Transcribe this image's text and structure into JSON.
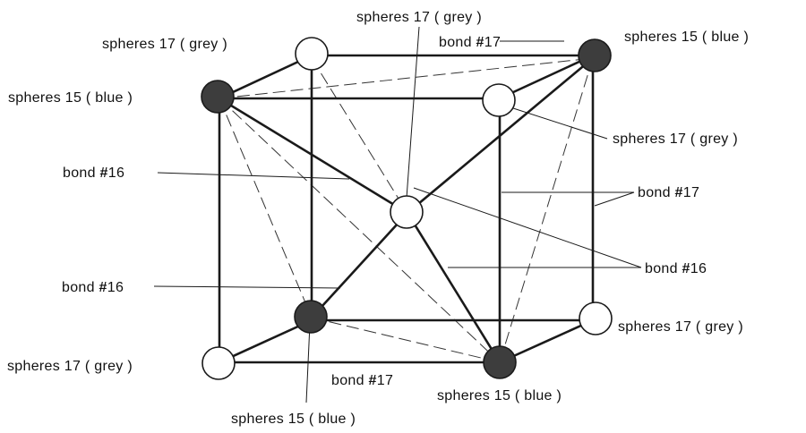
{
  "labels": {
    "top_left_sphere": "spheres 17  ( grey )",
    "top_center_sphere": "spheres 17 ( grey )",
    "top_right_sphere": "spheres 15  ( blue )",
    "left_sphere": "spheres 15  ( blue )",
    "right_upper_sphere": "spheres 17 ( grey )",
    "right_lower_sphere": "spheres 17 ( grey )",
    "bottom_left_sphere": "spheres 17 ( grey )",
    "bottom_right_sphere": "spheres 15  ( blue )",
    "bottom_center_sphere": "spheres 15  ( blue )",
    "bond_top": {
      "prefix": "bond ",
      "hash": "#",
      "num": "17"
    },
    "bond_left_upper": {
      "prefix": "bond ",
      "hash": "#",
      "num": "16"
    },
    "bond_left_lower": {
      "prefix": "bond ",
      "hash": "#",
      "num": "16"
    },
    "bond_right_upper": {
      "prefix": "bond ",
      "hash": "#",
      "num": "17"
    },
    "bond_right_lower": {
      "prefix": "bond ",
      "hash": "#",
      "num": "16"
    },
    "bond_bottom": {
      "prefix": "bond ",
      "hash": "#",
      "num": "17"
    }
  },
  "colors": {
    "grey_sphere": "#ffffff",
    "blue_sphere": "#3d3d3d",
    "line": "#1a1a1a"
  }
}
